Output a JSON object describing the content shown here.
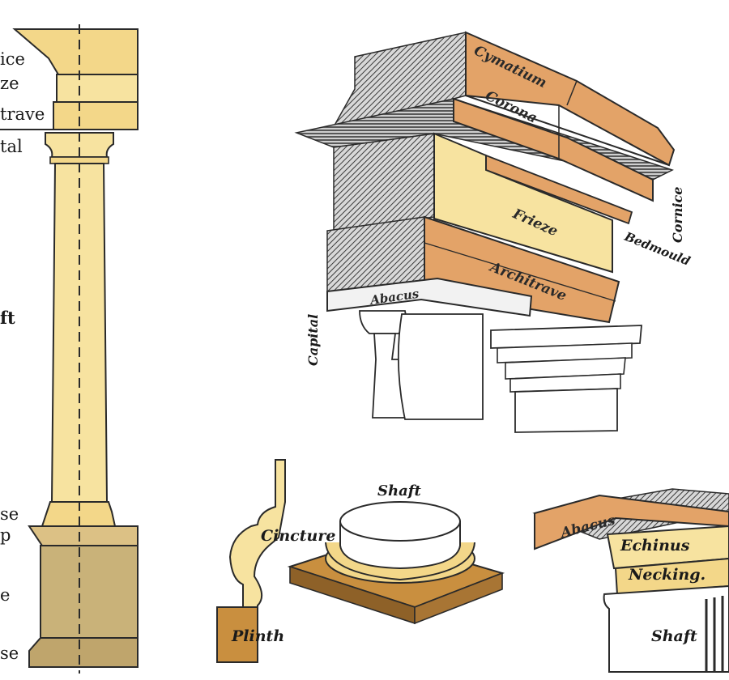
{
  "colors": {
    "pale_yellow": "#f7e3a0",
    "mid_yellow": "#f3d789",
    "orange": "#e3a368",
    "tan": "#c9b279",
    "dark_tan": "#bfa56c",
    "plinth_brown": "#c98f3f",
    "ink": "#2a2a2a"
  },
  "order_elevation": {
    "labels": {
      "cornice": "ice",
      "frieze": "ze",
      "architrave": "trave",
      "capital": "tal",
      "shaft": "ft",
      "base": "se",
      "cap": "p",
      "die": "e",
      "pedestal_base": "se"
    }
  },
  "entablature_detail": {
    "labels": {
      "cymatium": "Cymatium",
      "corona": "Corona",
      "frieze": "Frieze",
      "bedmould": "Bedmould",
      "cornice": "Cornice",
      "architrave": "Architrave",
      "abacus": "Abacus",
      "capital": "Capital"
    }
  },
  "base_detail": {
    "labels": {
      "shaft": "Shaft",
      "cincture": "Cincture",
      "plinth": "Plinth"
    }
  },
  "capital_detail": {
    "labels": {
      "abacus": "Abacus",
      "echinus": "Echinus",
      "necking": "Necking.",
      "shaft": "Shaft"
    }
  }
}
